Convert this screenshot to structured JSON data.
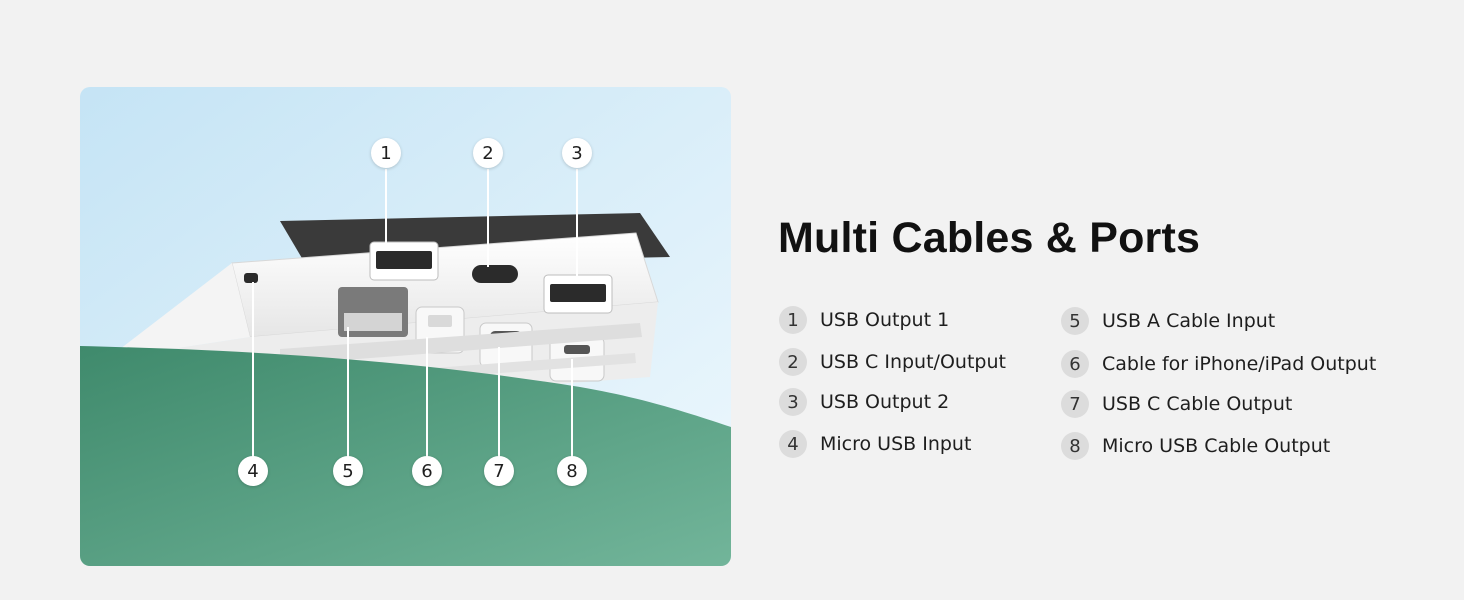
{
  "title": "Multi Cables & Ports",
  "callouts": [
    "1",
    "2",
    "3",
    "4",
    "5",
    "6",
    "7",
    "8"
  ],
  "legend": {
    "left": [
      {
        "num": "1",
        "label": "USB Output 1"
      },
      {
        "num": "2",
        "label": "USB C Input/Output"
      },
      {
        "num": "3",
        "label": "USB Output 2"
      },
      {
        "num": "4",
        "label": "Micro USB Input"
      }
    ],
    "right": [
      {
        "num": "5",
        "label": "USB A Cable Input"
      },
      {
        "num": "6",
        "label": "Cable for iPhone/iPad Output"
      },
      {
        "num": "7",
        "label": "USB C Cable Output"
      },
      {
        "num": "8",
        "label": "Micro USB Cable Output"
      }
    ]
  },
  "colors": {
    "page_background": "#f2f2f2",
    "sky_top": "#c8e6f6",
    "sky_bottom": "#eef8fd",
    "green_surface": "#4e9478",
    "device_body": "#f7f7f7",
    "badge": "#dcdcdc",
    "callout_marker": "#ffffff"
  }
}
